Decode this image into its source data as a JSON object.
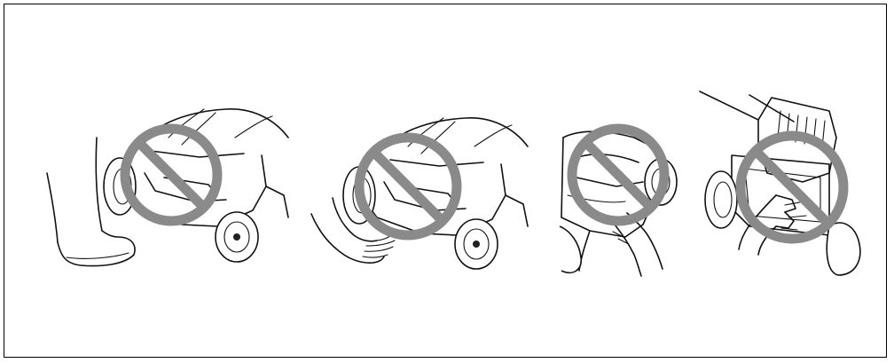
{
  "figure": {
    "panels": [
      {
        "id": "foot-under-deck",
        "icon": "prohibited-icon"
      },
      {
        "id": "hand-under-deck",
        "icon": "prohibited-icon"
      },
      {
        "id": "hand-at-discharge",
        "icon": "prohibited-icon"
      },
      {
        "id": "hand-in-grass-bag",
        "icon": "prohibited-icon"
      }
    ],
    "colors": {
      "prohibition": "#8a8a8a",
      "line_art": "#111111",
      "border": "#000000"
    }
  }
}
